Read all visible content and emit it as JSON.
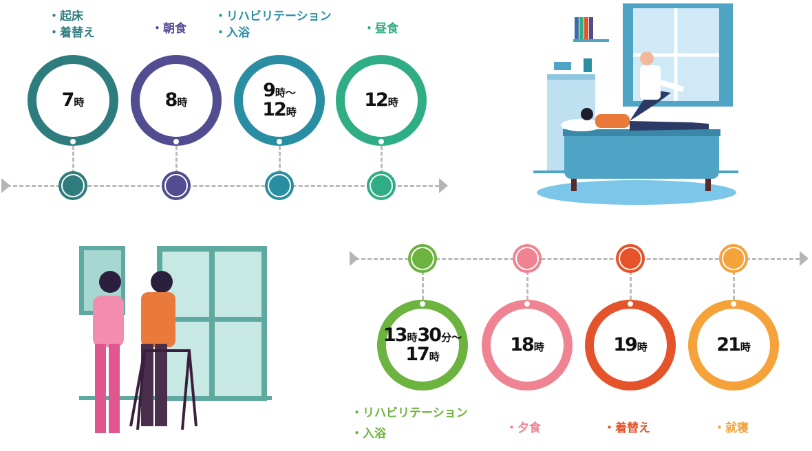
{
  "top_row": [
    {
      "color": "#2f7c7e",
      "time": [
        [
          {
            "n": "7",
            "u": "時"
          }
        ]
      ],
      "activities": [
        "・起床",
        "・着替え"
      ]
    },
    {
      "color": "#524c91",
      "time": [
        [
          {
            "n": "8",
            "u": "時"
          }
        ]
      ],
      "activities": [
        "・朝食"
      ]
    },
    {
      "color": "#2a8ea2",
      "time": [
        [
          {
            "n": "9",
            "u": "時〜"
          }
        ],
        [
          {
            "n": "12",
            "u": "時"
          }
        ]
      ],
      "activities": [
        "・リハビリテーション",
        "・入浴"
      ]
    },
    {
      "color": "#2fae85",
      "time": [
        [
          {
            "n": "12",
            "u": "時"
          }
        ]
      ],
      "activities": [
        "・昼食"
      ]
    }
  ],
  "bottom_row": [
    {
      "color": "#6db33f",
      "time": [
        [
          {
            "n": "13",
            "u": "時"
          },
          {
            "n": "30",
            "u": "分〜"
          }
        ],
        [
          {
            "n": "17",
            "u": "時"
          }
        ]
      ],
      "activities": [
        "・リハビリテーション",
        "・入浴"
      ]
    },
    {
      "color": "#f08391",
      "time": [
        [
          {
            "n": "18",
            "u": "時"
          }
        ]
      ],
      "activities": [
        "・夕食"
      ]
    },
    {
      "color": "#e4532a",
      "time": [
        [
          {
            "n": "19",
            "u": "時"
          }
        ]
      ],
      "activities": [
        "・着替え"
      ]
    },
    {
      "color": "#f5a23a",
      "time": [
        [
          {
            "n": "21",
            "u": "時"
          }
        ]
      ],
      "activities": [
        "・就寝"
      ]
    }
  ]
}
